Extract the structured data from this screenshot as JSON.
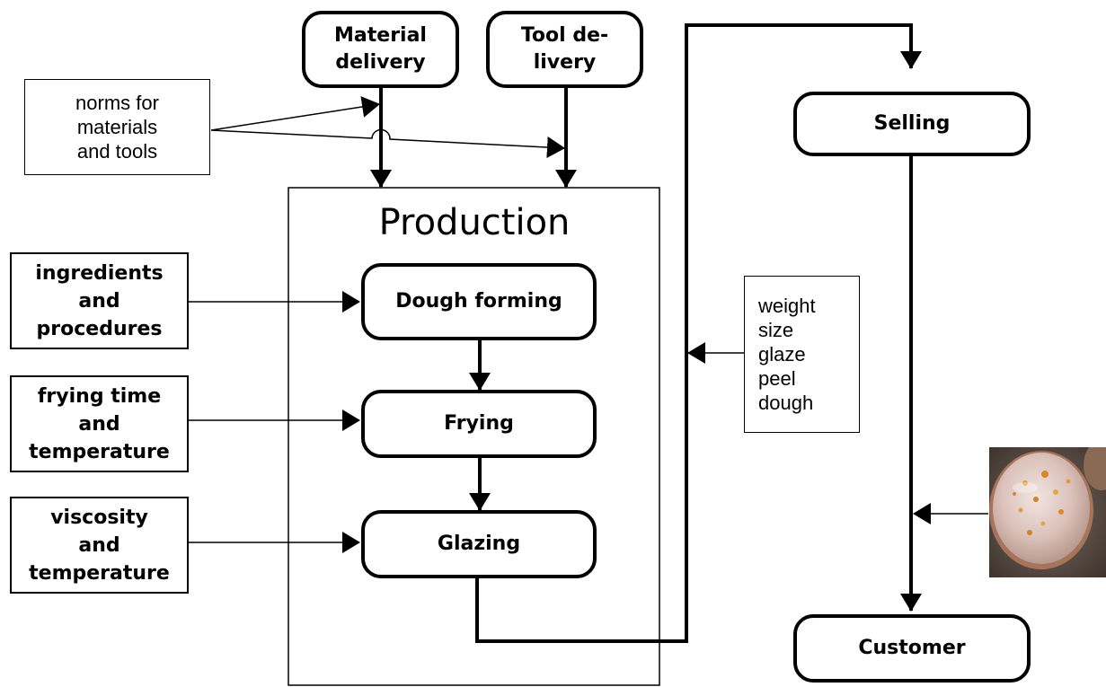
{
  "delivery": {
    "material": [
      "Material",
      "delivery"
    ],
    "tool": [
      "Tool de-",
      "livery"
    ]
  },
  "norms_note": [
    "norms for",
    "materials",
    "and tools"
  ],
  "production": {
    "title": "Production",
    "steps": [
      "Dough forming",
      "Frying",
      "Glazing"
    ]
  },
  "inputs": [
    [
      "ingredients",
      "and",
      "procedures"
    ],
    [
      "frying time",
      "and",
      "temperature"
    ],
    [
      "viscosity",
      "and",
      "temperature"
    ]
  ],
  "quality_checks": [
    "weight",
    "size",
    "glaze",
    "peel",
    "dough"
  ],
  "selling": "Selling",
  "customer": "Customer",
  "photo": {
    "subject": "glazed-donut-photo"
  },
  "colors": {
    "line": "#000000",
    "background": "#ffffff",
    "glaze": "#e9d6d0",
    "crust": "#b07a52"
  }
}
